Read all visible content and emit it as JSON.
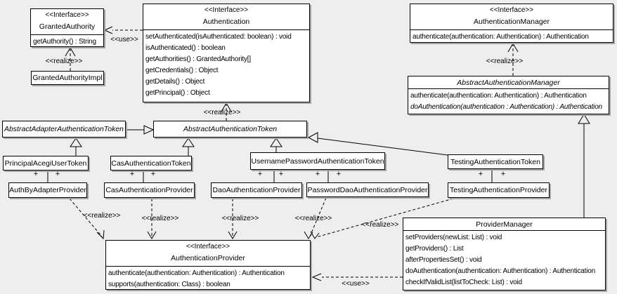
{
  "diagram": {
    "kind": "uml-class-diagram",
    "colors": {
      "background": "#eeeeee",
      "box_fill": "#ffffff",
      "line": "#000000",
      "shadow": "#a6a6a6"
    },
    "labels": {
      "use": "<<use>>",
      "realize": "<<realize>>",
      "plus": "+"
    },
    "classes": {
      "grantedAuthority": {
        "stereotype": "<<Interface>>",
        "name": "GrantedAuthority",
        "methods": [
          "getAuthority() : String"
        ]
      },
      "grantedAuthorityImpl": {
        "name": "GrantedAuthorityImpl"
      },
      "authentication": {
        "stereotype": "<<Interface>>",
        "name": "Authentication",
        "methods": [
          "setAuthenticated(isAuthenticated: boolean) : void",
          "isAuthenticated() : boolean",
          "getAuthorities() : GrantedAuthority[]",
          "getCredentials() : Object",
          "getDetails() : Object",
          "getPrincipal() : Object"
        ]
      },
      "authenticationManager": {
        "stereotype": "<<Interface>>",
        "name": "AuthenticationManager",
        "methods": [
          "authenticate(authentication: Authentication) : Authentication"
        ]
      },
      "abstractAuthenticationManager": {
        "name": "AbstractAuthenticationManager",
        "abstract": true,
        "methods": [
          "authenticate(authentication: Authentication) : Authentication",
          "doAuthentication(authentication : Authentication) : Authentication"
        ],
        "abstract_method_indexes": [
          1
        ]
      },
      "abstractAdapterAuthenticationToken": {
        "name": "AbstractAdapterAuthenticationToken",
        "abstract": true
      },
      "abstractAuthenticationToken": {
        "name": "AbstractAuthenticationToken",
        "abstract": true
      },
      "principalAcegiUserToken": {
        "name": "PrincipalAcegiUserToken"
      },
      "casAuthenticationToken": {
        "name": "CasAuthenticationToken"
      },
      "usernamePasswordAuthenticationToken": {
        "name": "UsernamePasswordAuthenticationToken"
      },
      "testingAuthenticationToken": {
        "name": "TestingAuthenticationToken"
      },
      "authByAdapterProvider": {
        "name": "AuthByAdapterProvider"
      },
      "casAuthenticationProvider": {
        "name": "CasAuthenticationProvider"
      },
      "daoAuthenticationProvider": {
        "name": "DaoAuthenticationProvider"
      },
      "passwordDaoAuthenticationProvider": {
        "name": "PasswordDaoAuthenticationProvider"
      },
      "testingAuthenticationProvider": {
        "name": "TestingAuthenticationProvider"
      },
      "authenticationProvider": {
        "stereotype": "<<Interface>>",
        "name": "AuthenticationProvider",
        "methods": [
          "authenticate(authentication: Authentication) : Authentication",
          "supports(authentication: Class) : boolean"
        ]
      },
      "providerManager": {
        "name": "ProviderManager",
        "methods": [
          "setProviders(newList: List) : void",
          "getProviders() : List",
          "afterPropertiesSet() : void",
          "doAuthentication(authentication: Authentication) : Authentication",
          "checkIfValidList(listToCheck: List) : void"
        ]
      }
    },
    "relationships": [
      {
        "from": "Authentication",
        "to": "GrantedAuthority",
        "type": "use",
        "label": "<<use>>"
      },
      {
        "from": "GrantedAuthorityImpl",
        "to": "GrantedAuthority",
        "type": "realize",
        "label": "<<realize>>"
      },
      {
        "from": "AbstractAuthenticationToken",
        "to": "Authentication",
        "type": "realize",
        "label": "<<realize>>"
      },
      {
        "from": "AbstractAuthenticationManager",
        "to": "AuthenticationManager",
        "type": "realize",
        "label": "<<realize>>"
      },
      {
        "from": "AbstractAdapterAuthenticationToken",
        "to": "AbstractAuthenticationToken",
        "type": "generalization"
      },
      {
        "from": "PrincipalAcegiUserToken",
        "to": "AbstractAdapterAuthenticationToken",
        "type": "generalization"
      },
      {
        "from": "CasAuthenticationToken",
        "to": "AbstractAuthenticationToken",
        "type": "generalization"
      },
      {
        "from": "UsernamePasswordAuthenticationToken",
        "to": "AbstractAuthenticationToken",
        "type": "generalization"
      },
      {
        "from": "TestingAuthenticationToken",
        "to": "AbstractAuthenticationToken",
        "type": "generalization"
      },
      {
        "from": "ProviderManager",
        "to": "AbstractAuthenticationManager",
        "type": "generalization"
      },
      {
        "from": "PrincipalAcegiUserToken",
        "to": "AuthByAdapterProvider",
        "type": "association",
        "multiplicity": "+ +"
      },
      {
        "from": "CasAuthenticationToken",
        "to": "CasAuthenticationProvider",
        "type": "association",
        "multiplicity": "+ +"
      },
      {
        "from": "UsernamePasswordAuthenticationToken",
        "to": "DaoAuthenticationProvider",
        "type": "association",
        "multiplicity": "+ +"
      },
      {
        "from": "UsernamePasswordAuthenticationToken",
        "to": "PasswordDaoAuthenticationProvider",
        "type": "association",
        "multiplicity": "+ +"
      },
      {
        "from": "TestingAuthenticationToken",
        "to": "TestingAuthenticationProvider",
        "type": "association",
        "multiplicity": "+ +"
      },
      {
        "from": "AuthByAdapterProvider",
        "to": "AuthenticationProvider",
        "type": "realize",
        "label": "<<realize>>"
      },
      {
        "from": "CasAuthenticationProvider",
        "to": "AuthenticationProvider",
        "type": "realize",
        "label": "<<realize>>"
      },
      {
        "from": "DaoAuthenticationProvider",
        "to": "AuthenticationProvider",
        "type": "realize",
        "label": "<<realize>>"
      },
      {
        "from": "PasswordDaoAuthenticationProvider",
        "to": "AuthenticationProvider",
        "type": "realize",
        "label": "<<realize>>"
      },
      {
        "from": "TestingAuthenticationProvider",
        "to": "AuthenticationProvider",
        "type": "realize",
        "label": "<<realize>>"
      },
      {
        "from": "ProviderManager",
        "to": "AuthenticationProvider",
        "type": "use",
        "label": "<<use>>"
      }
    ]
  }
}
